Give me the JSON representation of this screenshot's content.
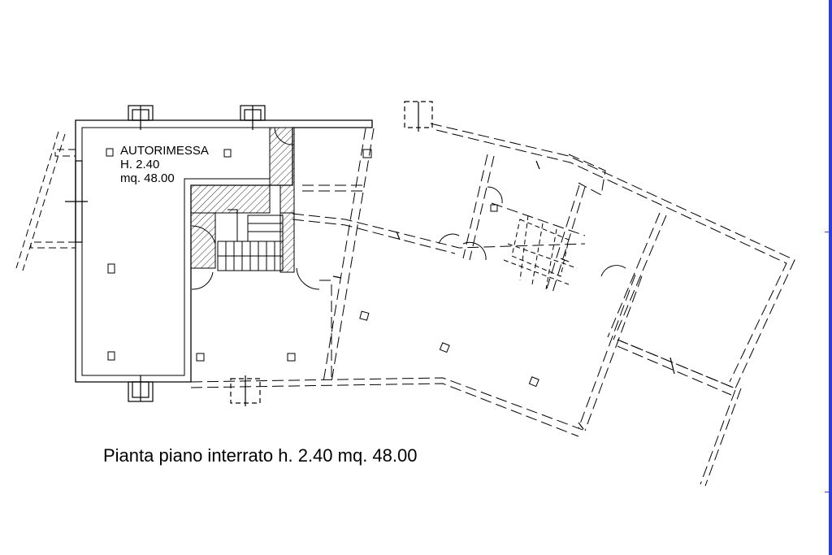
{
  "room": {
    "name": "AUTORIMESSA",
    "height": "H. 2.40",
    "area": "mq. 48.00"
  },
  "caption": "Pianta piano interrato h. 2.40 mq. 48.00",
  "colors": {
    "ink": "#000000",
    "hatch": "#333333",
    "border_accent": "#2b3fd6"
  }
}
